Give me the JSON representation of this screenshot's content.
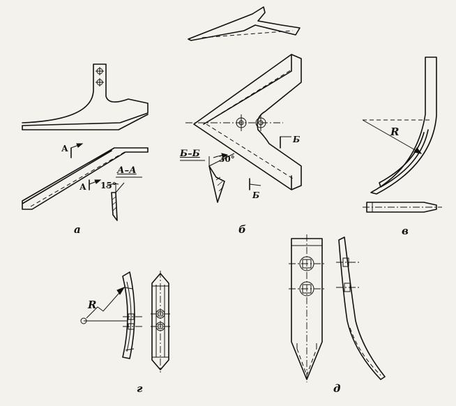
{
  "figures": {
    "a": {
      "caption": "а",
      "section_mark": "А",
      "section_label": "А–А",
      "angle": "15°"
    },
    "b": {
      "caption": "б",
      "section_mark": "Б",
      "section_label": "Б–Б",
      "angle": "30°"
    },
    "v": {
      "caption": "в",
      "radius_label": "R"
    },
    "g": {
      "caption": "г",
      "radius_label": "R"
    },
    "d": {
      "caption": "д"
    }
  }
}
